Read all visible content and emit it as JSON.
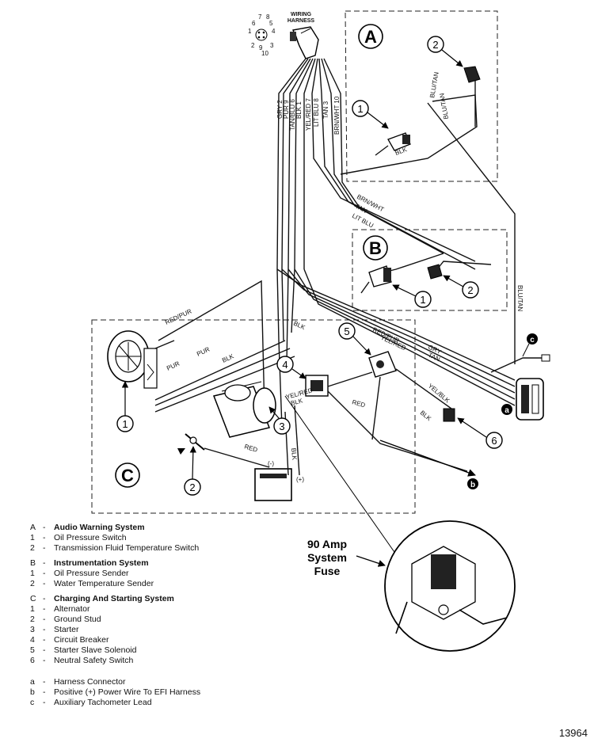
{
  "harness_label": [
    "WIRING",
    "HARNESS"
  ],
  "pin_numbers": [
    "1",
    "2",
    "3",
    "4",
    "5",
    "6",
    "7",
    "8",
    "9",
    "10"
  ],
  "wire_labels": [
    "GRY 2",
    "PUR 9",
    "TAN/BLU 6",
    "BLK 1",
    "YEL/RED 7",
    "LIT BLU 8",
    "TAN 3",
    "BRN/WHT 10"
  ],
  "section_a_wire_labels": [
    "BLU/TAN",
    "BLU/TAN",
    "BLK"
  ],
  "branch_wire_labels": [
    "BRN/WHT",
    "TAN",
    "LIT BLU",
    "BLK",
    "RED/PUR",
    "YEL/RED",
    "GRY",
    "TAN",
    "BLU/TAN",
    "RED/PUR",
    "PUR",
    "BLK",
    "PUR",
    "RED",
    "YEL/RED",
    "BLK",
    "BLK",
    "RED",
    "YEL/BLK",
    "BLK",
    "GRY"
  ],
  "sections": [
    "A",
    "B",
    "C"
  ],
  "callouts": [
    "1",
    "2",
    "3",
    "4",
    "5",
    "6"
  ],
  "letters": [
    "a",
    "b",
    "c"
  ],
  "battery_signs": [
    "(-)",
    "(+)"
  ],
  "fuse_label": [
    "90 Amp",
    "System",
    "Fuse"
  ],
  "legend": [
    {
      "key": "A",
      "title": "Audio Warning System",
      "items": [
        {
          "key": "1",
          "text": "Oil Pressure Switch"
        },
        {
          "key": "2",
          "text": "Transmission Fluid Temperature Switch"
        }
      ]
    },
    {
      "key": "B",
      "title": "Instrumentation System",
      "items": [
        {
          "key": "1",
          "text": "Oil Pressure Sender"
        },
        {
          "key": "2",
          "text": "Water Temperature Sender"
        }
      ]
    },
    {
      "key": "C",
      "title": "Charging And Starting System",
      "items": [
        {
          "key": "1",
          "text": "Alternator"
        },
        {
          "key": "2",
          "text": "Ground Stud"
        },
        {
          "key": "3",
          "text": "Starter"
        },
        {
          "key": "4",
          "text": "Circuit Breaker"
        },
        {
          "key": "5",
          "text": "Starter Slave Solenoid"
        },
        {
          "key": "6",
          "text": "Neutral Safety Switch"
        }
      ]
    }
  ],
  "legend_letters": [
    {
      "key": "a",
      "text": "Harness Connector"
    },
    {
      "key": "b",
      "text": "Positive (+) Power Wire To EFI Harness"
    },
    {
      "key": "c",
      "text": "Auxiliary Tachometer Lead"
    }
  ],
  "figure_number": "13964"
}
